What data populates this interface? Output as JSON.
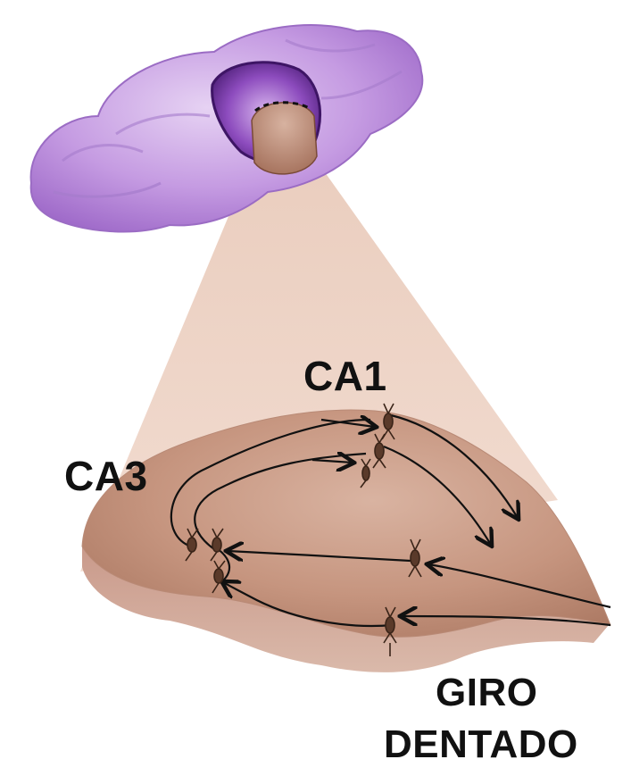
{
  "labels": {
    "ca1": "CA1",
    "ca3": "CA3",
    "giro": "GIRO",
    "dentado": "DENTADO"
  },
  "colors": {
    "brain_purple": "#b98ad8",
    "brain_purple_dark": "#7d3fae",
    "cone_pink": "#efd5c7",
    "tissue_brown": "#c79a86",
    "tissue_dark": "#9b6a58",
    "ink": "#111111"
  }
}
